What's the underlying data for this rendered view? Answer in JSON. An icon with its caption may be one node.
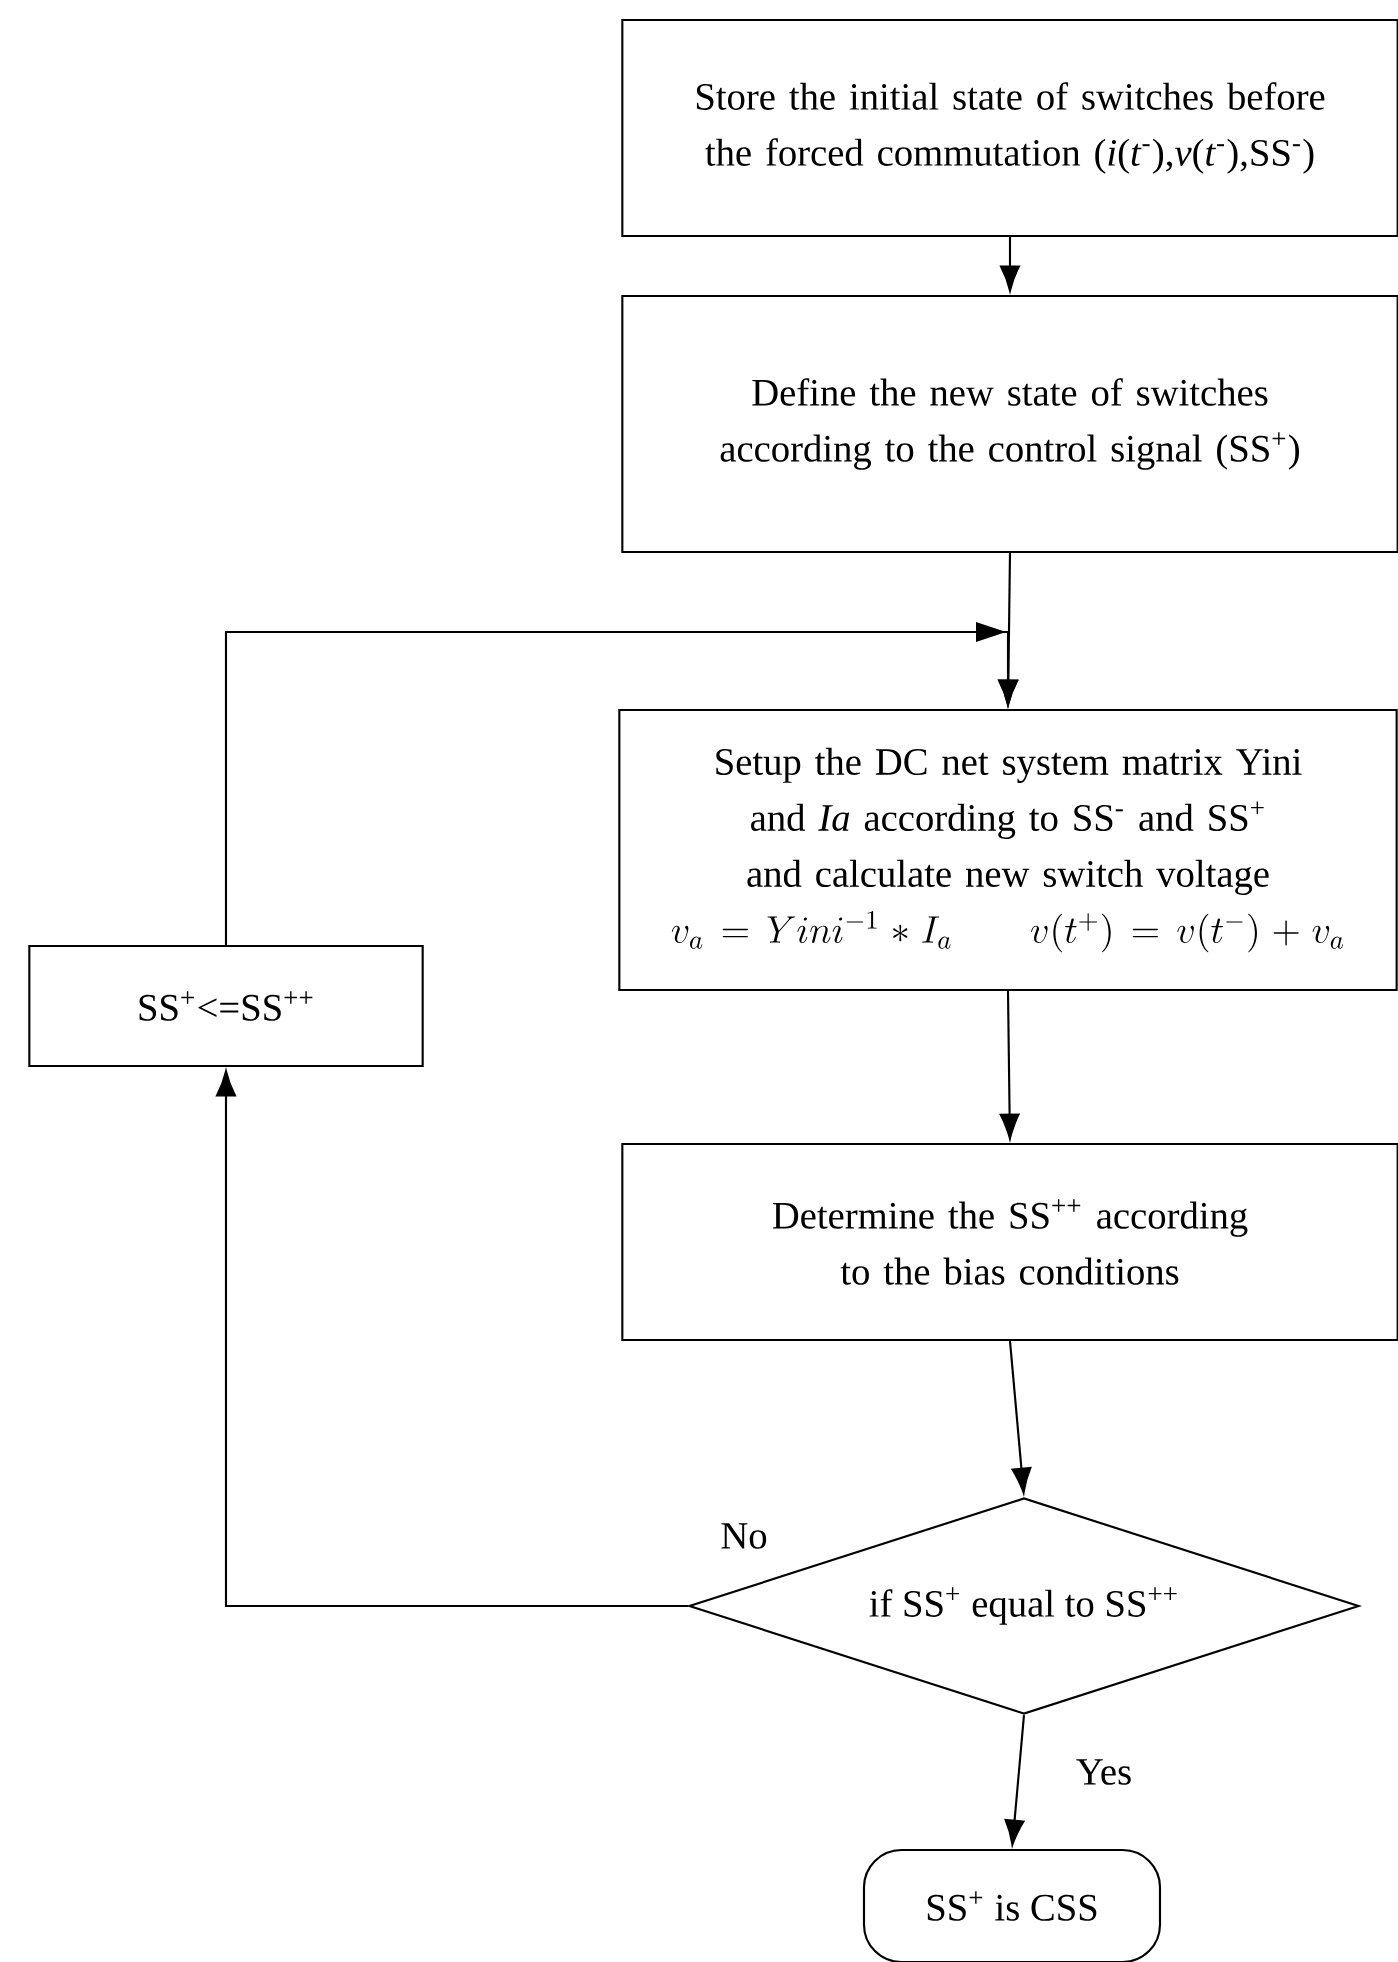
{
  "diagram": {
    "nodes": [
      {
        "text": [
          "Store the initial state of switches before the forced commutation (*i*(*t*$^{-}$),*v*(*t*$^{-}$),SS$^{-}$)"
        ]
      },
      {
        "text": [
          "Define the new state of switches according to the control signal (SS$^{+}$)"
        ]
      },
      {
        "text": [
          "Setup the DC net system matrix Yini and *Ia* according to SS$^{-}$ and SS$^{+}$ and calculate new switch voltage",
          "v_a=Yini^{-1}*I_a\\qquad v(t^{+})=v(t^{-})+v_a"
        ]
      },
      {
        "text": [
          "Determine the SS$^{++}$ according to the bias conditions"
        ]
      },
      {
        "text": [
          "if SS$^{+}$ equal to SS$^{++}$"
        ]
      },
      {
        "text": [
          "SS$^{+}$ is CSS"
        ]
      },
      {
        "text": [
          "SS$^{+}$<=SS$^{++}$"
        ]
      }
    ],
    "edges": [
      {
        "from": 0,
        "to": 1,
        "arrow": "to"
      },
      {
        "from": 1,
        "to": 2,
        "arrow": "to"
      },
      {
        "from": 2,
        "to": 3,
        "arrow": "to"
      },
      {
        "from": 3,
        "to": 4,
        "arrow": "to"
      },
      {
        "from": 4,
        "to": 5,
        "arrow": "to",
        "label": "Yes"
      },
      {
        "from": 4,
        "to": 6,
        "arrow": "to",
        "label": "No"
      },
      {
        "from": 6,
        "to": 2,
        "arrow": "to"
      }
    ]
  }
}
